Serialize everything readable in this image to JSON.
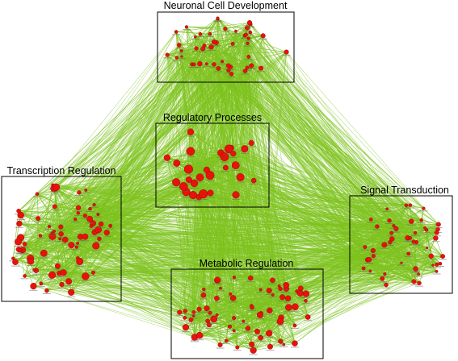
{
  "diagram": {
    "colors": {
      "edge": "#7dc21e",
      "node": "#e8120c",
      "node_stroke": "#8a0000",
      "box": "#000000",
      "background": "#ffffff"
    },
    "clusters": [
      {
        "id": "neuronal",
        "label": "Neuronal Cell Development"
      },
      {
        "id": "regulatory",
        "label": "Regulatory Processes"
      },
      {
        "id": "transcription",
        "label": "Transcription Regulation"
      },
      {
        "id": "signal",
        "label": "Signal Transduction"
      },
      {
        "id": "metabolic",
        "label": "Metabolic Regulation"
      }
    ]
  }
}
